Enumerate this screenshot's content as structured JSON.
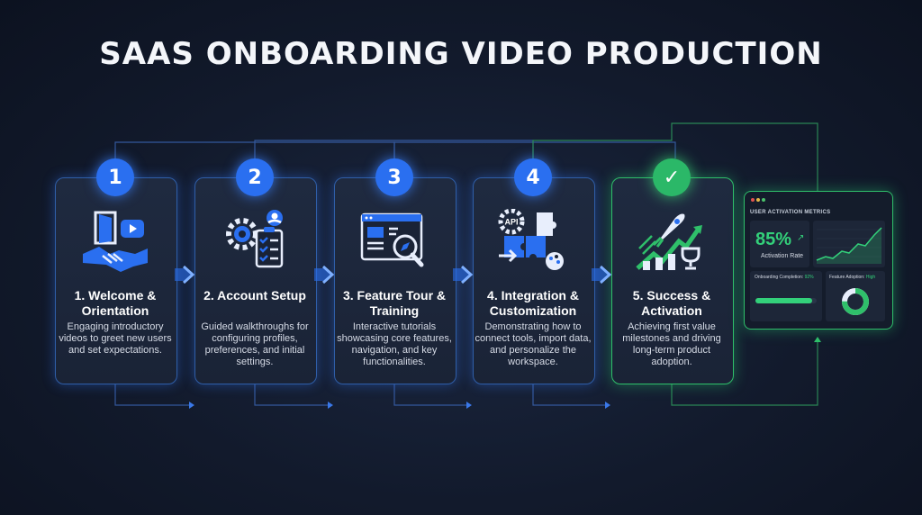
{
  "title": "SAAS ONBOARDING VIDEO PRODUCTION",
  "steps": [
    {
      "badge": "1",
      "title": "1. Welcome & Orientation",
      "description": "Engaging introductory videos to greet new users and set expectations."
    },
    {
      "badge": "2",
      "title": "2. Account Setup",
      "description": "Guided walkthroughs for configuring profiles, preferences, and initial settings."
    },
    {
      "badge": "3",
      "title": "3. Feature Tour & Training",
      "description": "Interactive tutorials showcasing core features, navigation, and key functionalities."
    },
    {
      "badge": "4",
      "title": "4. Integration & Customization",
      "description": "Demonstrating how to connect tools, import data, and personalize the workspace."
    },
    {
      "badge": "✓",
      "title": "5. Success & Activation",
      "description": "Achieving first value milestones and driving long-term product adoption."
    }
  ],
  "icon4_label": "API",
  "dashboard": {
    "title": "USER ACTIVATION METRICS",
    "activation_value": "85%",
    "activation_label": "Activation Rate",
    "onboarding_label": "Onboarding Completion:",
    "onboarding_value": "92%",
    "feature_label": "Feature Adoption:",
    "feature_value": "High",
    "onboarding_progress": 0.92,
    "feature_adoption_fraction": 0.75
  },
  "colors": {
    "blue": "#2a6ff0",
    "green": "#2fbf6a"
  }
}
